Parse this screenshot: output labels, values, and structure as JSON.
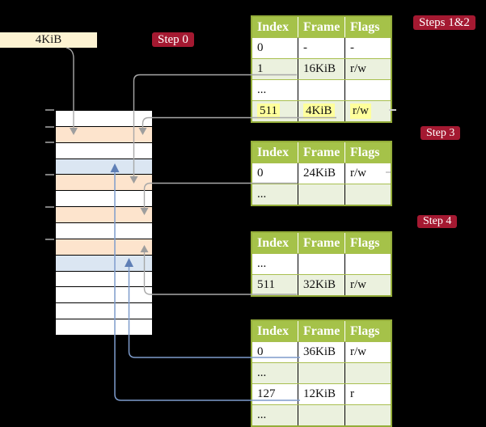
{
  "frame_size_label": "4KiB",
  "badges": {
    "step0": "Step 0",
    "steps12": "Steps 1&2",
    "step3": "Step 3",
    "step4": "Step 4"
  },
  "columns": [
    "Index",
    "Frame",
    "Flags"
  ],
  "tables": [
    {
      "id": "page-table-steps-1-2",
      "rows": [
        {
          "shade": "white",
          "hl": "false",
          "cells": [
            "0",
            "-",
            "-"
          ]
        },
        {
          "shade": "green",
          "hl": "false",
          "cells": [
            "1",
            "16KiB",
            "r/w"
          ]
        },
        {
          "shade": "white",
          "hl": "false",
          "cells": [
            "...",
            "",
            ""
          ]
        },
        {
          "shade": "green",
          "hl": "true",
          "cells": [
            "511",
            "4KiB",
            "r/w"
          ]
        }
      ]
    },
    {
      "id": "page-table-step-3",
      "rows": [
        {
          "shade": "white",
          "hl": "false",
          "cells": [
            "0",
            "24KiB",
            "r/w"
          ]
        },
        {
          "shade": "green",
          "hl": "false",
          "cells": [
            "...",
            "",
            ""
          ]
        }
      ]
    },
    {
      "id": "page-table-step-4",
      "rows": [
        {
          "shade": "white",
          "hl": "false",
          "cells": [
            "...",
            "",
            ""
          ]
        },
        {
          "shade": "green",
          "hl": "false",
          "cells": [
            "511",
            "32KiB",
            "r/w"
          ]
        }
      ]
    },
    {
      "id": "page-table-bottom",
      "rows": [
        {
          "shade": "white",
          "hl": "false",
          "cells": [
            "0",
            "36KiB",
            "r/w"
          ]
        },
        {
          "shade": "green",
          "hl": "false",
          "cells": [
            "...",
            "",
            ""
          ]
        },
        {
          "shade": "white",
          "hl": "false",
          "cells": [
            "127",
            "12KiB",
            "r"
          ]
        },
        {
          "shade": "green",
          "hl": "false",
          "cells": [
            "...",
            "",
            ""
          ]
        }
      ]
    }
  ],
  "memory": {
    "rows": [
      {
        "kind": "plain"
      },
      {
        "kind": "frame"
      },
      {
        "kind": "plain"
      },
      {
        "kind": "page"
      },
      {
        "kind": "frame"
      },
      {
        "kind": "plain"
      },
      {
        "kind": "frame"
      },
      {
        "kind": "plain"
      },
      {
        "kind": "frame"
      },
      {
        "kind": "page"
      },
      {
        "kind": "plain"
      },
      {
        "kind": "plain"
      },
      {
        "kind": "plain"
      },
      {
        "kind": "plain"
      }
    ]
  },
  "colors": {
    "background": "#000000",
    "badge_bg": "#a41931",
    "badge_text": "#ffffff",
    "table_header_bg": "#a5c249",
    "table_border": "#94ad3a",
    "table_row_alt_bg": "#ebf1de",
    "highlight_bg": "#ffff9c",
    "frame_row_bg": "#fde4cd",
    "page_row_bg": "#dbe6f2",
    "label_box_bg": "#fdf3d2",
    "gray_connector": "#a8a8a8",
    "blue_connector": "#7e9ccc"
  }
}
